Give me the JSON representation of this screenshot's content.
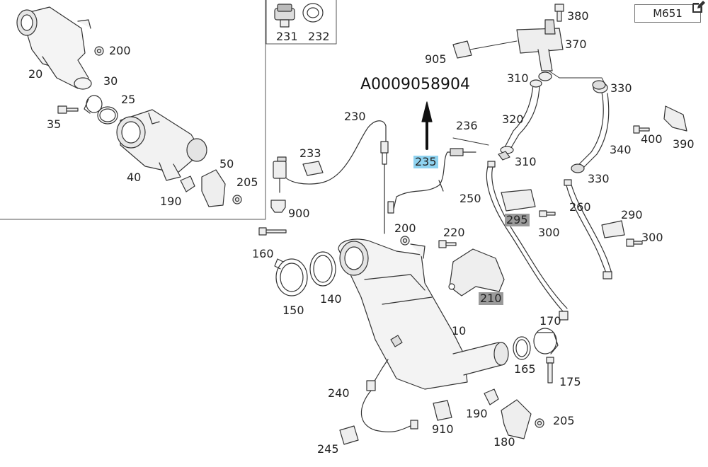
{
  "header": {
    "part_number": "A0009058904",
    "model_code": "M651"
  },
  "icons": {
    "edit": "edit-pencil-icon"
  },
  "callouts": [
    {
      "id": "c20",
      "text": "20"
    },
    {
      "id": "c30",
      "text": "30"
    },
    {
      "id": "c25",
      "text": "25"
    },
    {
      "id": "c35",
      "text": "35"
    },
    {
      "id": "c200a",
      "text": "200"
    },
    {
      "id": "c40",
      "text": "40"
    },
    {
      "id": "c50",
      "text": "50"
    },
    {
      "id": "c205a",
      "text": "205"
    },
    {
      "id": "c190a",
      "text": "190"
    },
    {
      "id": "c231",
      "text": "231"
    },
    {
      "id": "c232",
      "text": "232"
    },
    {
      "id": "c230",
      "text": "230"
    },
    {
      "id": "c233",
      "text": "233"
    },
    {
      "id": "c900",
      "text": "900"
    },
    {
      "id": "c236",
      "text": "236"
    },
    {
      "id": "c235",
      "text": "235"
    },
    {
      "id": "c905",
      "text": "905"
    },
    {
      "id": "c380",
      "text": "380"
    },
    {
      "id": "c370",
      "text": "370"
    },
    {
      "id": "c310a",
      "text": "310"
    },
    {
      "id": "c330a",
      "text": "330"
    },
    {
      "id": "c320",
      "text": "320"
    },
    {
      "id": "c310b",
      "text": "310"
    },
    {
      "id": "c340",
      "text": "340"
    },
    {
      "id": "c330b",
      "text": "330"
    },
    {
      "id": "c400",
      "text": "400"
    },
    {
      "id": "c390",
      "text": "390"
    },
    {
      "id": "c250",
      "text": "250"
    },
    {
      "id": "c295",
      "text": "295"
    },
    {
      "id": "c300a",
      "text": "300"
    },
    {
      "id": "c260",
      "text": "260"
    },
    {
      "id": "c290",
      "text": "290"
    },
    {
      "id": "c300b",
      "text": "300"
    },
    {
      "id": "c160",
      "text": "160"
    },
    {
      "id": "c200b",
      "text": "200"
    },
    {
      "id": "c220",
      "text": "220"
    },
    {
      "id": "c150",
      "text": "150"
    },
    {
      "id": "c140",
      "text": "140"
    },
    {
      "id": "c210",
      "text": "210"
    },
    {
      "id": "c10",
      "text": "10"
    },
    {
      "id": "c170",
      "text": "170"
    },
    {
      "id": "c165",
      "text": "165"
    },
    {
      "id": "c175",
      "text": "175"
    },
    {
      "id": "c240",
      "text": "240"
    },
    {
      "id": "c190b",
      "text": "190"
    },
    {
      "id": "c205b",
      "text": "205"
    },
    {
      "id": "c910",
      "text": "910"
    },
    {
      "id": "c245",
      "text": "245"
    },
    {
      "id": "c180",
      "text": "180"
    }
  ]
}
